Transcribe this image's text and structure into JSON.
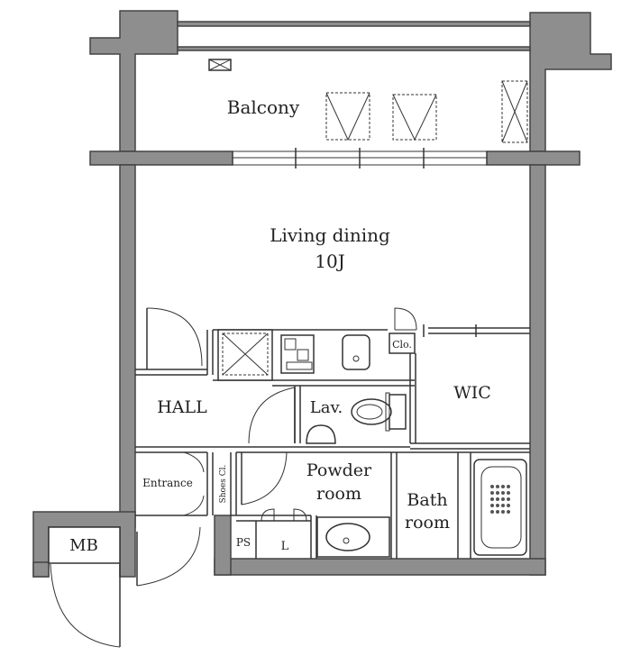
{
  "rooms": {
    "balcony": "Balcony",
    "living_line1": "Living dining",
    "living_line2": "10J",
    "hall": "HALL",
    "wic": "WIC",
    "lav": "Lav.",
    "clo": "Clo.",
    "powder_line1": "Powder",
    "powder_line2": "room",
    "bath_line1": "Bath",
    "bath_line2": "room",
    "entrance": "Entrance",
    "shoes": "Shoes Cl.",
    "ps": "PS",
    "l": "L",
    "mb": "MB"
  },
  "colors": {
    "wall": "#8e8e8e",
    "line": "#333333",
    "background": "#ffffff"
  }
}
